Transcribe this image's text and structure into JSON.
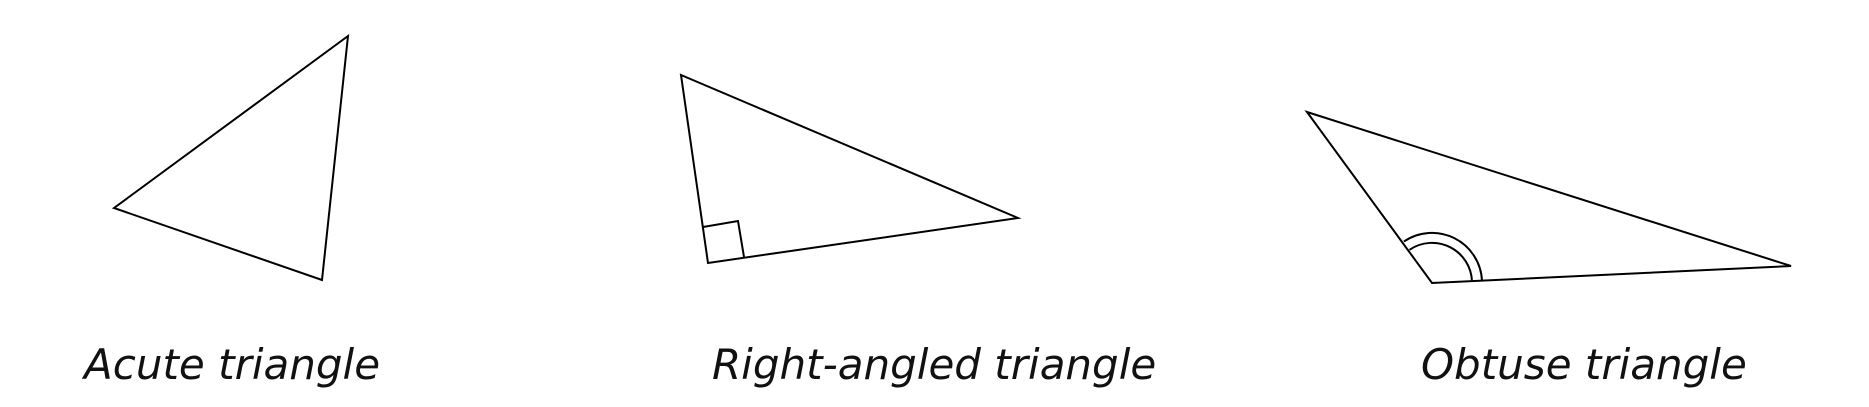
{
  "captions": {
    "acute": "Acute triangle",
    "right": "Right-angled triangle",
    "obtuse": "Obtuse triangle"
  }
}
